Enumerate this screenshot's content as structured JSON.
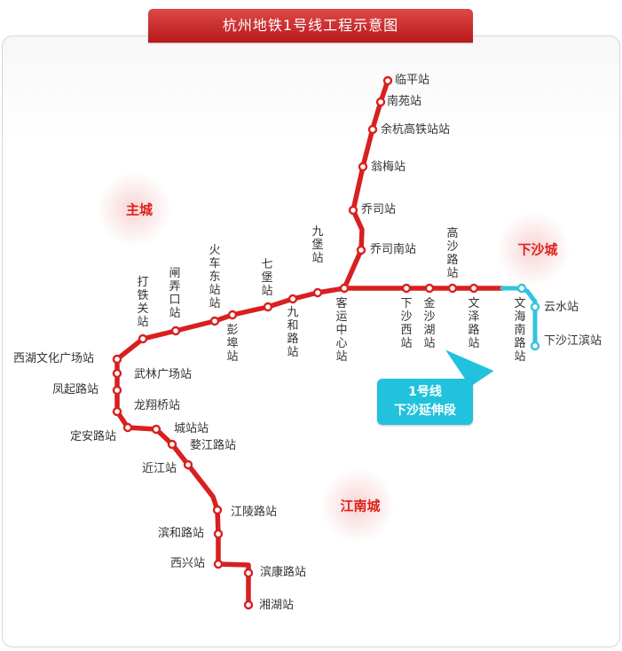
{
  "title": "杭州地铁1号线工程示意图",
  "districts": [
    {
      "name": "主城"
    },
    {
      "name": "下沙城"
    },
    {
      "name": "江南城"
    }
  ],
  "extension_label": {
    "line1": "1号线",
    "line2": "下沙延伸段"
  },
  "stations": [
    {
      "name": "临平站",
      "segment": "main"
    },
    {
      "name": "南苑站",
      "segment": "main"
    },
    {
      "name": "余杭高铁站站",
      "segment": "main"
    },
    {
      "name": "翁梅站",
      "segment": "main"
    },
    {
      "name": "乔司站",
      "segment": "main"
    },
    {
      "name": "乔司南站",
      "segment": "main"
    },
    {
      "name": "客运中心站",
      "segment": "main"
    },
    {
      "name": "九堡站",
      "segment": "main"
    },
    {
      "name": "九和路站",
      "segment": "main"
    },
    {
      "name": "七堡站",
      "segment": "main"
    },
    {
      "name": "彭埠站",
      "segment": "main"
    },
    {
      "name": "火车东站站",
      "segment": "main"
    },
    {
      "name": "闸弄口站",
      "segment": "main"
    },
    {
      "name": "打铁关站",
      "segment": "main"
    },
    {
      "name": "西湖文化广场站",
      "segment": "main"
    },
    {
      "name": "武林广场站",
      "segment": "main"
    },
    {
      "name": "凤起路站",
      "segment": "main"
    },
    {
      "name": "龙翔桥站",
      "segment": "main"
    },
    {
      "name": "定安路站",
      "segment": "main"
    },
    {
      "name": "城站站",
      "segment": "main"
    },
    {
      "name": "婺江路站",
      "segment": "main"
    },
    {
      "name": "近江站",
      "segment": "main"
    },
    {
      "name": "江陵路站",
      "segment": "main"
    },
    {
      "name": "滨和路站",
      "segment": "main"
    },
    {
      "name": "西兴站",
      "segment": "main"
    },
    {
      "name": "滨康路站",
      "segment": "main"
    },
    {
      "name": "湘湖站",
      "segment": "main"
    },
    {
      "name": "下沙西站",
      "segment": "main"
    },
    {
      "name": "金沙湖站",
      "segment": "main"
    },
    {
      "name": "高沙路站",
      "segment": "main"
    },
    {
      "name": "文泽路站",
      "segment": "main"
    },
    {
      "name": "文海南路站",
      "segment": "extension"
    },
    {
      "name": "云水站",
      "segment": "extension"
    },
    {
      "name": "下沙江滨站",
      "segment": "extension"
    }
  ],
  "colors": {
    "main_line": "#d91f1f",
    "extension_line": "#31c4df",
    "title_bar": "#c9282a",
    "district_text": "#e0201b",
    "station_fill": "#ffffff",
    "label_text": "#333333"
  }
}
